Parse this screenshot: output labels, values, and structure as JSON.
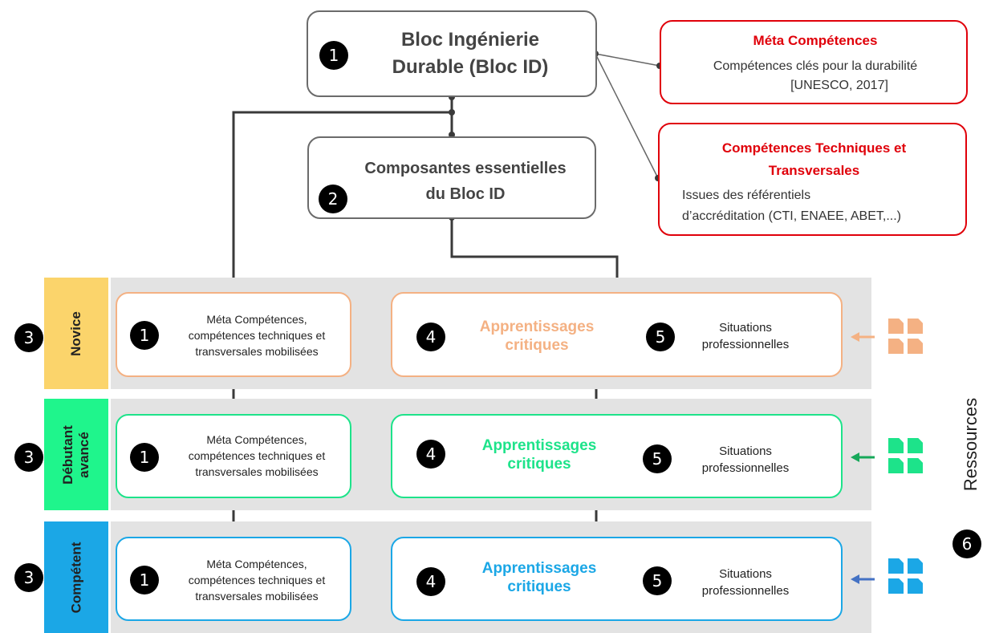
{
  "bloc_id": {
    "number": "1",
    "title_line1": "Bloc Ingénierie",
    "title_line2": "Durable (Bloc ID)"
  },
  "composantes": {
    "number": "2",
    "title_line1": "Composantes essentielles",
    "title_line2": "du Bloc ID"
  },
  "meta": {
    "title": "Méta Compétences",
    "line1": "Compétences clés pour la durabilité",
    "line2": "[UNESCO, 2017]"
  },
  "techniques": {
    "title_line1": "Compétences Techniques et",
    "title_line2": "Transversales",
    "line1": "Issues des référentiels",
    "line2": "d’accréditation (CTI, ENAEE, ABET,...)"
  },
  "levels": [
    {
      "label": "Novice",
      "number": "3",
      "color": "#fbd46b",
      "accent": "#f4b183",
      "skills": {
        "number": "1",
        "line1": "Méta Compétences,",
        "line2": "compétences techniques et",
        "line3": "transversales mobilisées"
      },
      "learning": {
        "number": "4",
        "line1": "Apprentissages",
        "line2": "critiques"
      },
      "situations": {
        "number": "5",
        "line1": "Situations",
        "line2": "professionnelles"
      }
    },
    {
      "label_line1": "Débutant",
      "label_line2": "avancé",
      "number": "3",
      "color": "#1ff58c",
      "accent": "#1de38a",
      "skills": {
        "number": "1",
        "line1": "Méta Compétences,",
        "line2": "compétences techniques et",
        "line3": "transversales mobilisées"
      },
      "learning": {
        "number": "4",
        "line1": "Apprentissages",
        "line2": "critiques"
      },
      "situations": {
        "number": "5",
        "line1": "Situations",
        "line2": "professionnelles"
      }
    },
    {
      "label": "Compétent",
      "number": "3",
      "color": "#1ba7e6",
      "accent": "#1ba7e6",
      "skills": {
        "number": "1",
        "line1": "Méta Compétences,",
        "line2": "compétences techniques et",
        "line3": "transversales mobilisées"
      },
      "learning": {
        "number": "4",
        "line1": "Apprentissages",
        "line2": "critiques"
      },
      "situations": {
        "number": "5",
        "line1": "Situations",
        "line2": "professionnelles"
      }
    }
  ],
  "resources": {
    "label": "Ressources",
    "number": "6"
  },
  "colors": {
    "red": "#e0000a",
    "novice_bg": "#fbd46b",
    "debutant_bg": "#1ff58c",
    "competent_bg": "#1ba7e6"
  }
}
